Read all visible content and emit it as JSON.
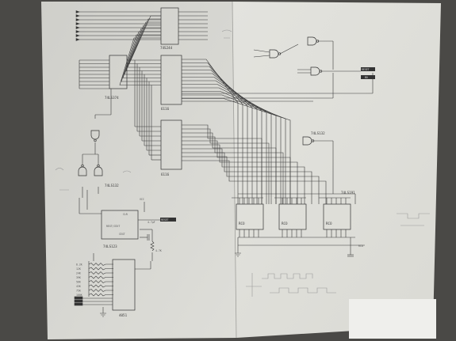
{
  "chips": {
    "buffer": "74S244",
    "latch": "74LS374",
    "ram1": "6116",
    "ram2": "6116",
    "counter_group": "74LS191",
    "nand_gates": "74LS132",
    "gate_top_right": "74LS132",
    "timer": "74LS123",
    "mux": "4051"
  },
  "counter_labels": [
    "RCO",
    "RCO",
    "RCO"
  ],
  "pin_labels": {
    "clr": "CLR",
    "rext": "REXT/CEXT",
    "cext": "CEXT",
    "vcc": "VCC",
    "cap": "4.7μF",
    "res": "4.7K"
  },
  "resistor_values": [
    "6.2K",
    "12K",
    "24K",
    "39K",
    "56K",
    "43K",
    "75K",
    "100K"
  ],
  "signal_labels": {
    "out_top": "RESET",
    "out_bottom": "BO",
    "counter_out": "RCO",
    "timer_out": "RESET"
  },
  "colors": {
    "paper": "#dcdcd7",
    "paper_right": "#e4e4df",
    "ink": "#333333",
    "background": "#4a4946"
  }
}
